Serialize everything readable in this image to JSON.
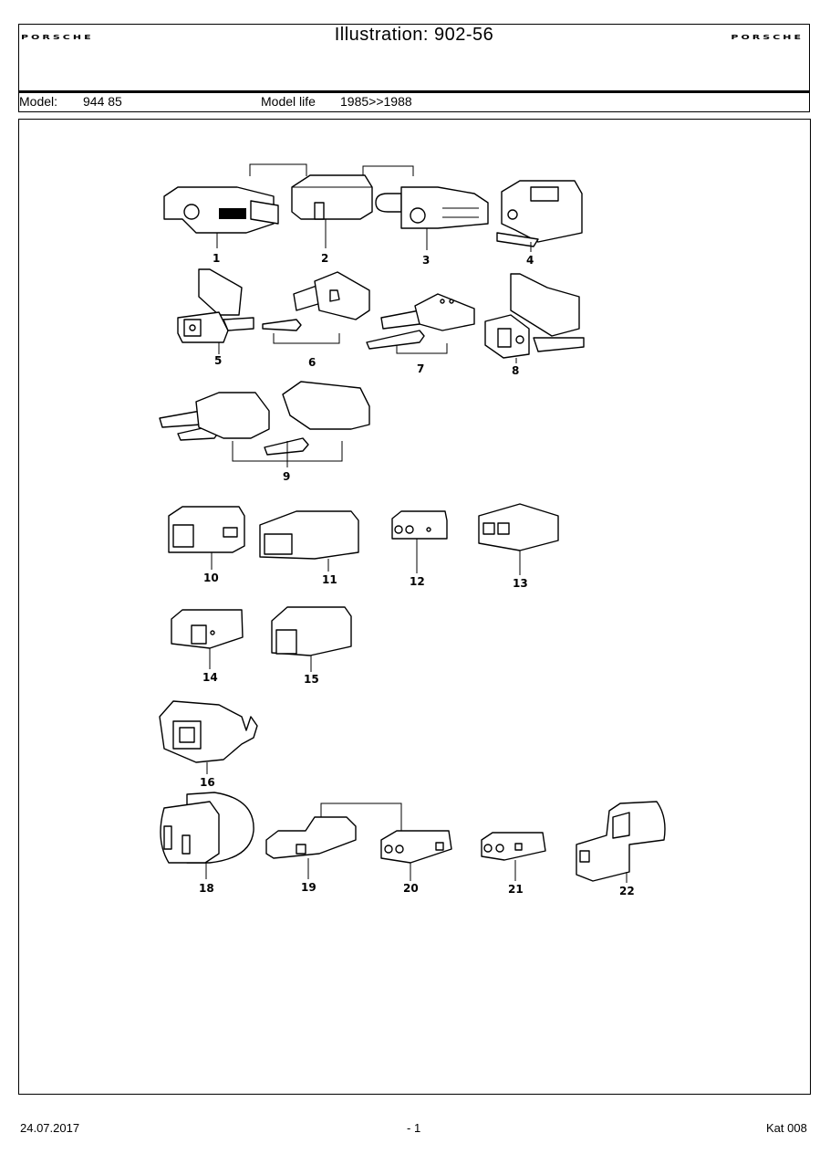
{
  "header": {
    "brand_left": "PORSCHE",
    "brand_right": "PORSCHE",
    "title": "Illustration: 902-56"
  },
  "model_bar": {
    "model_label": "Model:",
    "model_value": "944 85",
    "life_label": "Model life",
    "life_value": "1985>>1988"
  },
  "illustration": {
    "part_numbers": [
      "1",
      "2",
      "3",
      "4",
      "5",
      "6",
      "7",
      "8",
      "9",
      "10",
      "11",
      "12",
      "13",
      "14",
      "15",
      "16",
      "18",
      "19",
      "20",
      "21",
      "22"
    ]
  },
  "footer": {
    "date": "24.07.2017",
    "page": "- 1",
    "catalog": "Kat 008"
  }
}
